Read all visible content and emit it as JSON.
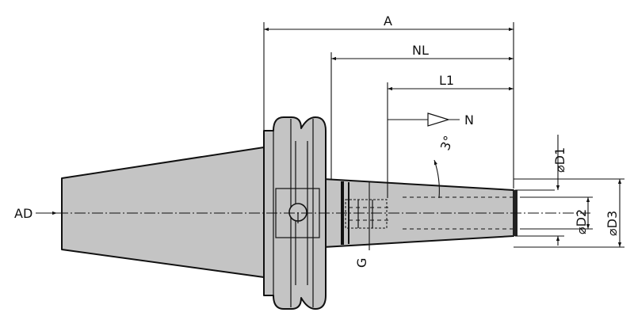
{
  "drawing": {
    "labels": {
      "a": "A",
      "nl": "NL",
      "l1": "L1",
      "n": "N",
      "ad": "AD",
      "g": "G",
      "angle": "3°",
      "d1": "⌀D1",
      "d2": "⌀D2",
      "d3": "⌀D3"
    },
    "colors": {
      "body": "#c4c4c4",
      "line": "#111111",
      "background": "#ffffff"
    }
  }
}
